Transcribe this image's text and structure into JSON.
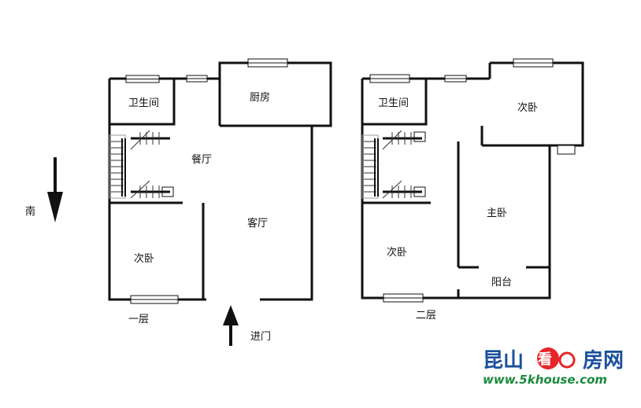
{
  "floor1": {
    "label": "一层",
    "rooms": {
      "bathroom": "卫生间",
      "kitchen": "厨房",
      "dining": "餐厅",
      "living": "客厅",
      "bedroom": "次卧"
    }
  },
  "floor2": {
    "label": "二层",
    "rooms": {
      "bathroom": "卫生间",
      "bedroom_top": "次卧",
      "master": "主卧",
      "bedroom": "次卧",
      "balcony": "阳台"
    }
  },
  "compass": {
    "label": "南"
  },
  "entrance": {
    "label": "进门"
  },
  "watermark": {
    "text_left": "昆山",
    "text_mid": "看",
    "text_right": "房网",
    "url": "www.5khouse.com",
    "colors": {
      "text": "#1a4f9c",
      "url": "#1a8a3c",
      "accent": "#e8262a"
    }
  }
}
